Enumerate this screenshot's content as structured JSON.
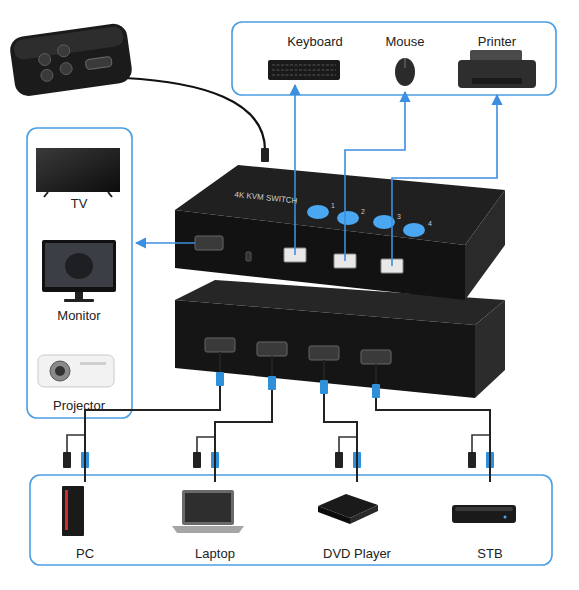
{
  "diagram": {
    "nodes": [
      {
        "text": [
          "Keyboard"
        ]
      },
      {
        "text": [
          "Mouse"
        ]
      },
      {
        "text": [
          "Printer"
        ]
      },
      {
        "text": [
          "TV"
        ]
      },
      {
        "text": [
          "Monitor"
        ]
      },
      {
        "text": [
          "Projector"
        ]
      },
      {
        "text": [
          "4K KVM SWITCH"
        ]
      },
      {
        "text": [
          "PC"
        ]
      },
      {
        "text": [
          "Laptop"
        ]
      },
      {
        "text": [
          "DVD Player"
        ]
      },
      {
        "text": [
          "STB"
        ]
      }
    ],
    "edges": [
      {
        "from": 6,
        "to": 0,
        "arrow": "to"
      },
      {
        "from": 6,
        "to": 1,
        "arrow": "to"
      },
      {
        "from": 6,
        "to": 2,
        "arrow": "to"
      },
      {
        "from": 6,
        "to": 7,
        "arrow": "none"
      },
      {
        "from": 6,
        "to": 8,
        "arrow": "none"
      },
      {
        "from": 6,
        "to": 9,
        "arrow": "none"
      },
      {
        "from": 6,
        "to": 10,
        "arrow": "none"
      }
    ],
    "labels": [
      "1",
      "2",
      "3",
      "4"
    ]
  }
}
